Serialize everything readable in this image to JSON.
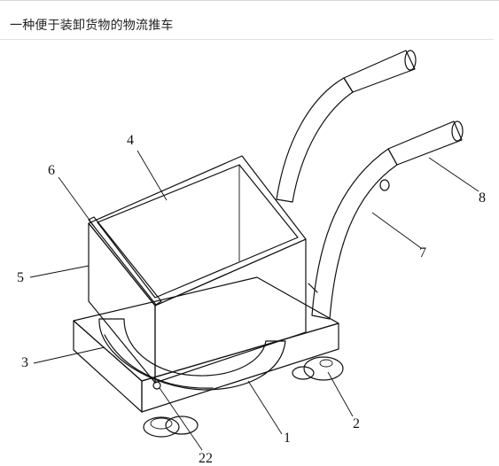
{
  "header": {
    "title": "一种便于装卸货物的物流推车"
  },
  "diagram": {
    "labels": {
      "l1": "1",
      "l2": "2",
      "l3": "3",
      "l4": "4",
      "l5": "5",
      "l6": "6",
      "l7": "7",
      "l8": "8",
      "l22": "22"
    }
  }
}
